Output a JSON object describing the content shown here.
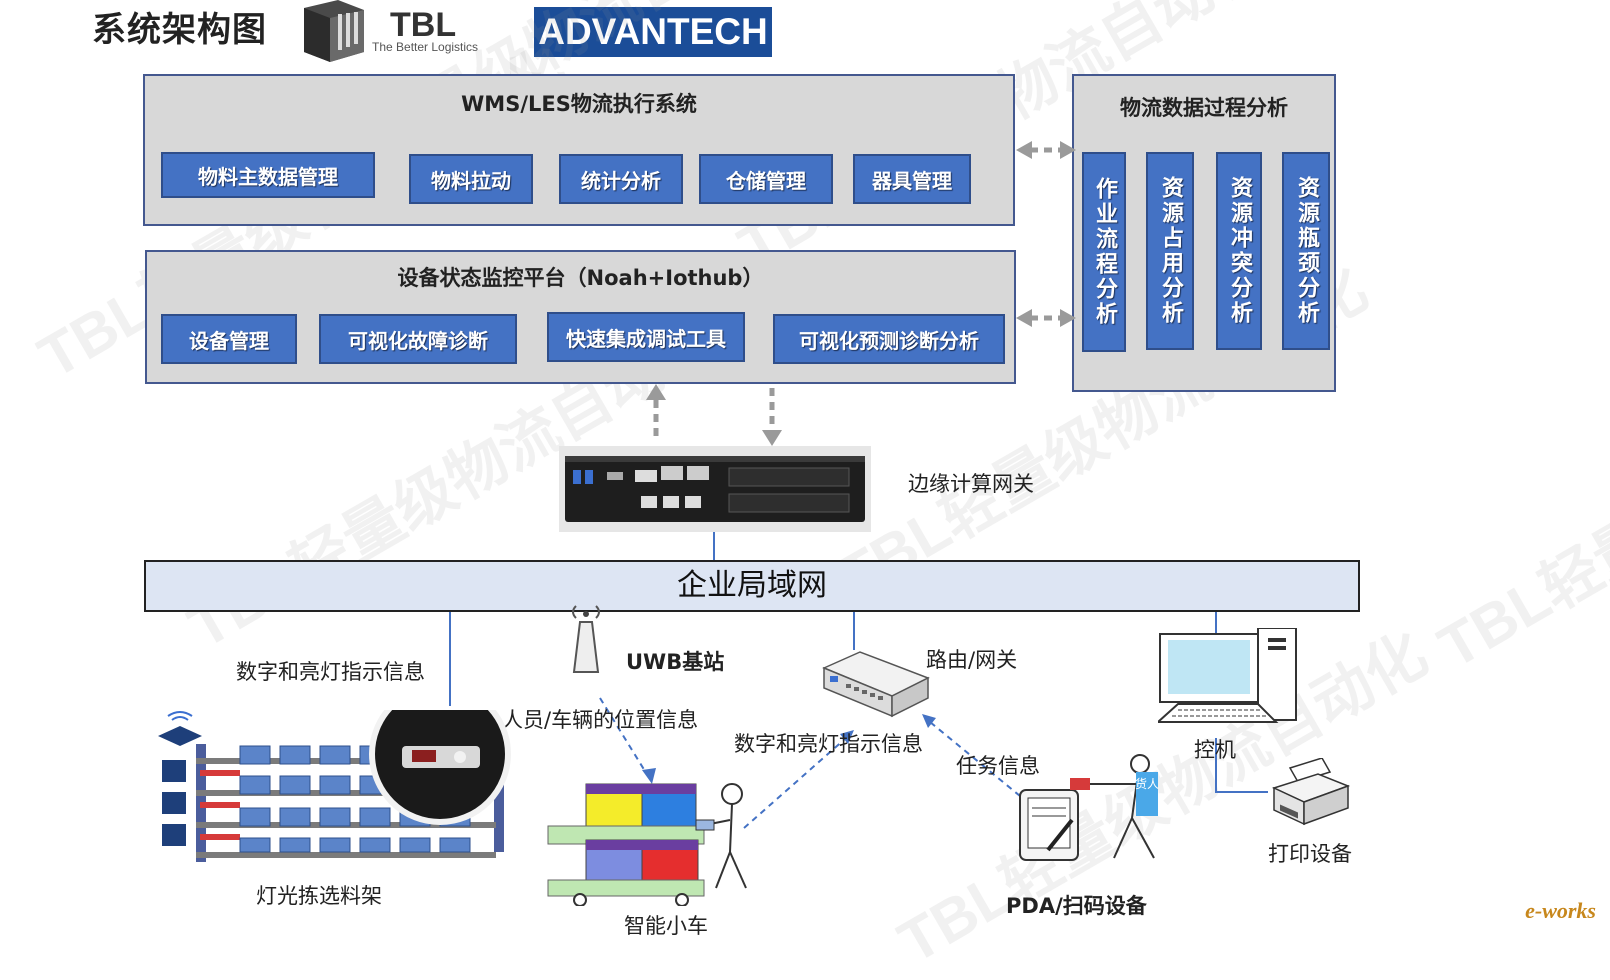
{
  "header": {
    "title": "系统架构图",
    "tbl_logo": {
      "word": "TBL",
      "tagline": "The Better Logistics"
    },
    "advantech_logo": "ADVANTECH"
  },
  "wms": {
    "title": "WMS/LES物流执行系统",
    "modules": [
      "物料主数据管理",
      "物料拉动",
      "统计分析",
      "仓储管理",
      "器具管理"
    ]
  },
  "monitor": {
    "title": "设备状态监控平台（Noah+Iothub）",
    "modules": [
      "设备管理",
      "可视化故障诊断",
      "快速集成调试工具",
      "可视化预测诊断分析"
    ]
  },
  "analysis": {
    "title": "物流数据过程分析",
    "modules": [
      "作业流程分析",
      "资源占用分析",
      "资源冲突分析",
      "资源瓶颈分析"
    ]
  },
  "gateway": {
    "label": "边缘计算网关"
  },
  "lan": {
    "label": "企业局域网"
  },
  "devices": {
    "rack_info": "数字和亮灯指示信息",
    "uwb": "UWB基站",
    "position_info": "人员/车辆的位置信息",
    "router": "路由/网关",
    "cart_info": "数字和亮灯指示信息",
    "task_info": "任务信息",
    "pc": "控机",
    "printer": "打印设备",
    "rack": "灯光拣选料架",
    "cart": "智能小车",
    "pda": "PDA/扫码设备",
    "badge": "货人"
  },
  "watermark": "TBL轻量级物流自动化",
  "credit": "e-works",
  "colors": {
    "module_blue": "#4472c4",
    "panel_gray": "#d8d8d8",
    "border_navy": "#44588f",
    "lan_fill": "#dde5f3"
  }
}
